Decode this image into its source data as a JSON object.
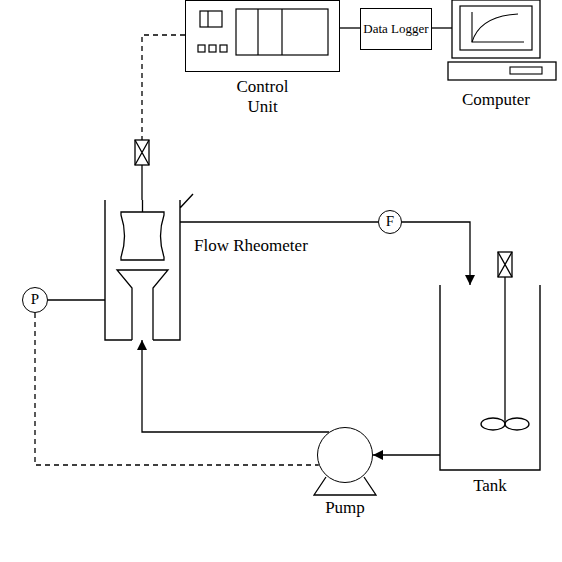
{
  "diagram": {
    "nodes": [
      {
        "text": [
          "Control Unit"
        ]
      },
      {
        "text": [
          "Data Logger"
        ]
      },
      {
        "text": [
          "Computer"
        ]
      },
      {
        "text": [
          "P"
        ]
      },
      {
        "text": [
          "Flow Rheometer"
        ]
      },
      {
        "text": [
          "F"
        ]
      },
      {
        "text": [
          "Tank"
        ]
      },
      {
        "text": [
          "Pump"
        ]
      }
    ],
    "edges": [
      {
        "from": 0,
        "to": 1,
        "arrow": "none"
      },
      {
        "from": 1,
        "to": 2,
        "arrow": "none"
      },
      {
        "from": 0,
        "to": 4,
        "arrow": "none"
      },
      {
        "from": 4,
        "to": 5,
        "arrow": "none"
      },
      {
        "from": 5,
        "to": 6,
        "arrow": "to"
      },
      {
        "from": 6,
        "to": 7,
        "arrow": "to"
      },
      {
        "from": 7,
        "to": 4,
        "arrow": "to"
      },
      {
        "from": 3,
        "to": 4,
        "arrow": "none"
      },
      {
        "from": 3,
        "to": 7,
        "arrow": "none"
      }
    ]
  }
}
